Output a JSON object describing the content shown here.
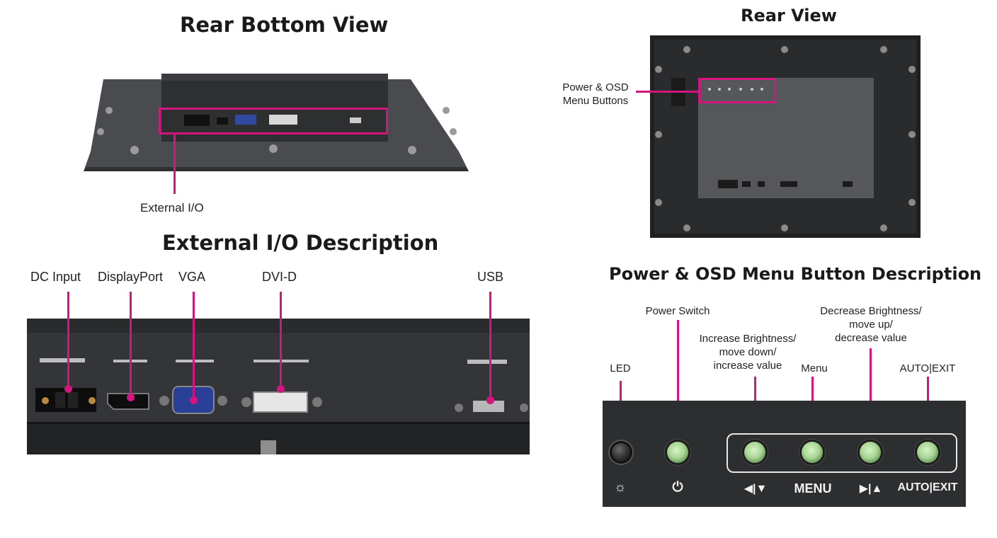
{
  "rear_bottom": {
    "title": "Rear Bottom View",
    "callout": "External I/O"
  },
  "rear": {
    "title": "Rear View",
    "callout_line1": "Power & OSD",
    "callout_line2": "Menu Buttons"
  },
  "io": {
    "title": "External I/O Description",
    "ports": [
      {
        "label": "DC Input"
      },
      {
        "label": "DisplayPort"
      },
      {
        "label": "VGA"
      },
      {
        "label": "DVI-D"
      },
      {
        "label": "USB"
      }
    ]
  },
  "osd": {
    "title": "Power & OSD Menu Button Description",
    "labels": {
      "led": "LED",
      "power": "Power Switch",
      "increase": [
        "Increase Brightness/",
        "move down/",
        "increase value"
      ],
      "menu": "Menu",
      "decrease": [
        "Decrease Brightness/",
        "move up/",
        "decrease value"
      ],
      "auto": "AUTO|EXIT"
    },
    "symbols": {
      "led": "☼",
      "power": "⏻",
      "increase": "◀|▼",
      "menu": "MENU",
      "decrease": "▶|▲",
      "auto": "AUTO|EXIT"
    }
  },
  "colors": {
    "accent": "#d4157f",
    "panel": "#2d2e30",
    "button_green": "#a9d695"
  }
}
